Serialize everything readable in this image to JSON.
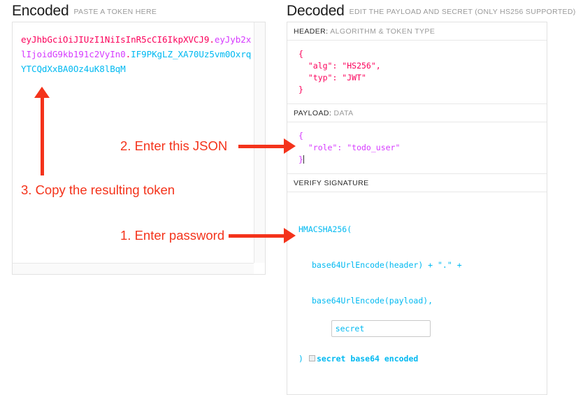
{
  "encoded": {
    "title": "Encoded",
    "subtitle": "PASTE A TOKEN HERE",
    "token": {
      "header_b64": "eyJhbGciOiJIUzI1NiIsInR5cCI6IkpXVCJ9",
      "separator": ".",
      "payload_b64": "eyJyb2xlIjoidG9kb191c2VyIn0",
      "signature_b64": "IF9PKgLZ_XA70Uz5vm0OxrqYTCQdXxBA0Oz4uK8lBqM"
    }
  },
  "decoded": {
    "title": "Decoded",
    "subtitle": "EDIT THE PAYLOAD AND SECRET (ONLY HS256 SUPPORTED)",
    "sections": {
      "header": {
        "label_strong": "HEADER:",
        "label_dim": "ALGORITHM & TOKEN TYPE",
        "json": "{\n  \"alg\": \"HS256\",\n  \"typ\": \"JWT\"\n}"
      },
      "payload": {
        "label_strong": "PAYLOAD:",
        "label_dim": "DATA",
        "json": "{\n  \"role\": \"todo_user\"\n}"
      },
      "signature": {
        "label_strong": "VERIFY SIGNATURE",
        "label_dim": "",
        "line1": "HMACSHA256(",
        "line2": "base64UrlEncode(header) + \".\" +",
        "line3": "base64UrlEncode(payload),",
        "secret_value": "secret",
        "secret_placeholder": "secret",
        "closing_paren": ")",
        "base64_label": "secret base64 encoded",
        "base64_checked": false
      }
    }
  },
  "annotations": [
    {
      "id": "step1",
      "text": "1. Enter password"
    },
    {
      "id": "step2",
      "text": "2. Enter this JSON"
    },
    {
      "id": "step3",
      "text": "3. Copy the resulting token"
    }
  ],
  "colors": {
    "annotation": "#f4331b",
    "header_token": "#fb015b",
    "payload_token": "#d63aff",
    "signature_token": "#00b9f1",
    "panel_border": "#e2e2e2"
  }
}
